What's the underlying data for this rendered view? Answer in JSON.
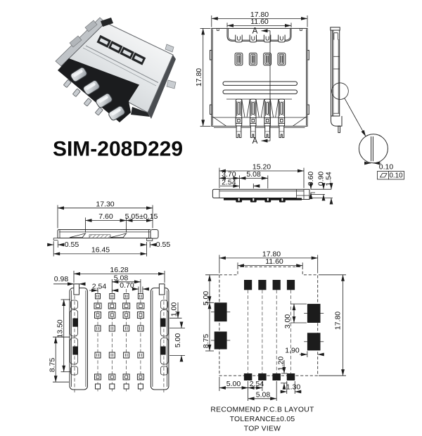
{
  "title": "SIM-208D229",
  "views": {
    "top": {
      "dim_outer_width": "17.80",
      "dim_inner_width": "11.60",
      "dim_height": "17.80",
      "section_label_top": "A",
      "section_label_bottom": "A"
    },
    "side": {
      "dim_flatness": "0.10",
      "fcf_value": "0.10"
    },
    "section": {
      "dim_total": "15.20",
      "dim_first": "3.70",
      "dim_span": "5.08",
      "dim_pitch": "2.54",
      "dim_h1": "0.60",
      "dim_h2": "0.90",
      "dim_h3": "1.54"
    },
    "front": {
      "dim_total": "17.30",
      "dim_span": "7.60",
      "dim_side": "5.05±0.15",
      "dim_foot_left": "0.55",
      "dim_feet": "16.45",
      "dim_foot_right": "0.55"
    },
    "bottom": {
      "dim_total": "16.28",
      "dim_tab": "0.98",
      "dim_span": "5.08",
      "dim_pitch": "2.54",
      "dim_pad": "0.70",
      "dim_tab_len": "1.00",
      "dim_rail_len": "13.50",
      "dim_side": "5.00",
      "dim_lower": "8.75"
    },
    "pcb": {
      "dim_outer_width": "17.80",
      "dim_inner_width": "11.60",
      "dim_top_left": "5.00",
      "dim_left_span": "8.75",
      "dim_pad_h": "3.00",
      "dim_height": "17.80",
      "dim_pad_inset": "1.90",
      "dim_pad_vh": "1.20",
      "dim_bottom_first": "5.00",
      "dim_pitch": "2.54",
      "dim_span": "5.08",
      "dim_pad_w": "1.30",
      "note1": "RECOMMEND P.C.B LAYOUT",
      "note2": "TOLERANCE±0.05",
      "note3": "TOP VIEW"
    }
  }
}
